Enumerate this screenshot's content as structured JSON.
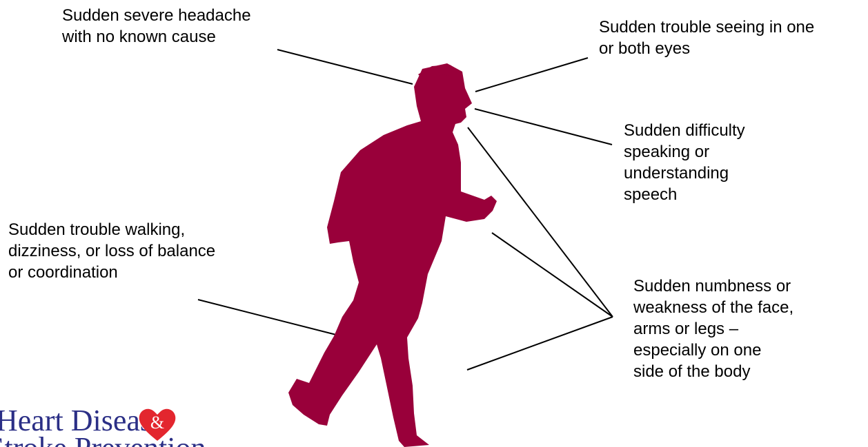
{
  "colors": {
    "figure": "#99003a",
    "text": "#000000",
    "logo_text": "#2b2f86",
    "heart": "#e3262e"
  },
  "labels": {
    "headache": "Sudden severe headache\nwith no known cause",
    "vision": "Sudden trouble seeing in one\nor both eyes",
    "speech": "Sudden difficulty\nspeaking or\nunderstanding\nspeech",
    "walking": "Sudden trouble walking,\ndizziness, or loss of balance\nor coordination",
    "numbness": "Sudden numbness or\nweakness of the face,\narms or legs –\nespecially on one\nside of the body"
  },
  "logo": {
    "line1": "Heart Disease",
    "line2": "Stroke Prevention",
    "heart_glyph": "&"
  }
}
